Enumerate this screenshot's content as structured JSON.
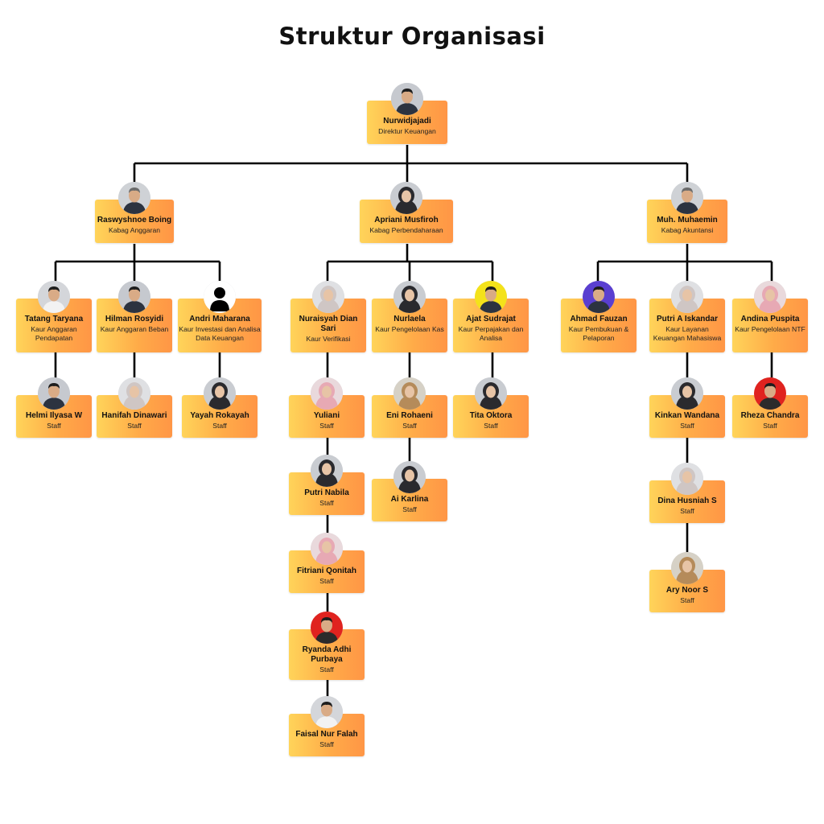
{
  "title": "Struktur Organisasi",
  "colors": {
    "card_start": "#ffd45a",
    "card_end": "#ff9646",
    "line": "#000000"
  },
  "people": {
    "director": {
      "name": "Nurwidjajadi",
      "role": "Direktur Keuangan"
    },
    "raswyshnoe": {
      "name": "Raswyshnoe Boing",
      "role": "Kabag Anggaran"
    },
    "apriani": {
      "name": "Apriani Musfiroh",
      "role": "Kabag Perbendaharaan"
    },
    "muhaemin": {
      "name": "Muh. Muhaemin",
      "role": "Kabag Akuntansi"
    },
    "tatang": {
      "name": "Tatang Taryana",
      "role": "Kaur Anggaran Pendapatan"
    },
    "hilman": {
      "name": "Hilman Rosyidi",
      "role": "Kaur Anggaran Beban"
    },
    "andri": {
      "name": "Andri Maharana",
      "role": "Kaur Investasi dan Analisa Data Keuangan"
    },
    "nuraisyah": {
      "name": "Nuraisyah Dian Sari",
      "role": "Kaur Verifikasi"
    },
    "nurlaela": {
      "name": "Nurlaela",
      "role": "Kaur Pengelolaan Kas"
    },
    "ajat": {
      "name": "Ajat Sudrajat",
      "role": "Kaur Perpajakan dan Analisa"
    },
    "ahmad": {
      "name": "Ahmad Fauzan",
      "role": "Kaur Pembukuan & Pelaporan"
    },
    "putri_a": {
      "name": "Putri A Iskandar",
      "role": "Kaur Layanan Keuangan Mahasiswa"
    },
    "andina": {
      "name": "Andina Puspita",
      "role": "Kaur Pengelolaan NTF"
    },
    "helmi": {
      "name": "Helmi Ilyasa W",
      "role": "Staff"
    },
    "hanifah": {
      "name": "Hanifah Dinawari",
      "role": "Staff"
    },
    "yayah": {
      "name": "Yayah Rokayah",
      "role": "Staff"
    },
    "yuliani": {
      "name": "Yuliani",
      "role": "Staff"
    },
    "putri_n": {
      "name": "Putri Nabila",
      "role": "Staff"
    },
    "fitriani": {
      "name": "Fitriani Qonitah",
      "role": "Staff"
    },
    "ryanda": {
      "name": "Ryanda Adhi Purbaya",
      "role": "Staff"
    },
    "faisal": {
      "name": "Faisal Nur Falah",
      "role": "Staff"
    },
    "eni": {
      "name": "Eni Rohaeni",
      "role": "Staff"
    },
    "ai": {
      "name": "Ai Karlina",
      "role": "Staff"
    },
    "tita": {
      "name": "Tita Oktora",
      "role": "Staff"
    },
    "kinkan": {
      "name": "Kinkan Wandana",
      "role": "Staff"
    },
    "dina": {
      "name": "Dina Husniah S",
      "role": "Staff"
    },
    "ary": {
      "name": "Ary Noor S",
      "role": "Staff"
    },
    "rheza": {
      "name": "Rheza Chandra",
      "role": "Staff"
    }
  }
}
